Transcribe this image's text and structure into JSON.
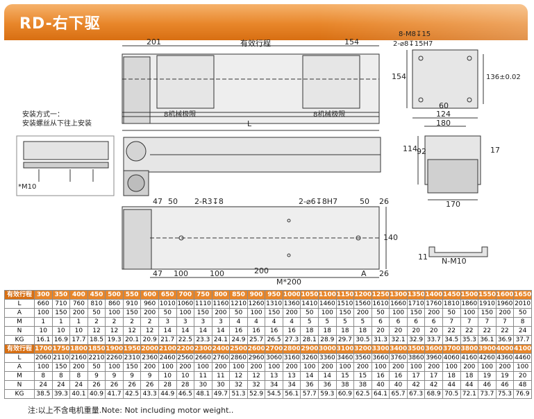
{
  "title": "RD-右下驱",
  "colors": {
    "accent": "#e8862a",
    "accent_dark": "#d86f12",
    "line": "#333333",
    "part": "#dcdcdc"
  },
  "top_view": {
    "dim_left": "201",
    "dim_center": "有效行程",
    "dim_right": "154",
    "limit_left": "8机械极限",
    "limit_right": "8机械极限",
    "length": "L"
  },
  "end_view": {
    "hole_top": "8-M8",
    "hole_top_depth": "15",
    "hole_pin": "2-⌀8",
    "hole_pin_depth": "15H7",
    "dim_height": "154",
    "dim_136": "136±0.02",
    "dim_60": "60",
    "dim_124": "124",
    "dim_180": "180"
  },
  "install_note": {
    "line1": "安装方式一：",
    "line2": "安装螺丝从下往上安装",
    "bolt": "*M10"
  },
  "side_view": {
    "dim_114": "114",
    "dim_92": "92",
    "dim_17": "17",
    "dim_170": "170"
  },
  "bottom_view": {
    "dim_47": "47",
    "dim_50": "50",
    "hole_r3": "2-R3",
    "hole_r3_depth": "8",
    "hole_pin": "2-⌀6",
    "hole_pin_depth": "8H7",
    "dim_50b": "50",
    "dim_26": "26",
    "dim_140": "140",
    "dim_47b": "47",
    "dim_100": "100",
    "dim_200": "200",
    "dim_A": "A",
    "dim_26b": "26",
    "dim_M200": "M*200"
  },
  "rail_profile": {
    "dim_11": "11",
    "nut": "N-M10"
  },
  "table": {
    "row_labels": [
      "有效行程",
      "L",
      "A",
      "M",
      "N",
      "KG"
    ],
    "block1": {
      "stroke": [
        "300",
        "350",
        "400",
        "450",
        "500",
        "550",
        "600",
        "650",
        "700",
        "750",
        "800",
        "850",
        "900",
        "950",
        "1000",
        "1050",
        "1100",
        "1150",
        "1200",
        "1250",
        "1300",
        "1350",
        "1400",
        "1450",
        "1500",
        "1550",
        "1600",
        "1650"
      ],
      "L": [
        "660",
        "710",
        "760",
        "810",
        "860",
        "910",
        "960",
        "1010",
        "1060",
        "1110",
        "1160",
        "1210",
        "1260",
        "1310",
        "1360",
        "1410",
        "1460",
        "1510",
        "1560",
        "1610",
        "1660",
        "1710",
        "1760",
        "1810",
        "1860",
        "1910",
        "1960",
        "2010"
      ],
      "A": [
        "100",
        "150",
        "200",
        "50",
        "100",
        "150",
        "200",
        "50",
        "100",
        "150",
        "200",
        "50",
        "100",
        "150",
        "200",
        "50",
        "100",
        "150",
        "200",
        "50",
        "100",
        "150",
        "200",
        "50",
        "100",
        "150",
        "200",
        "50"
      ],
      "M": [
        "1",
        "1",
        "1",
        "2",
        "2",
        "2",
        "2",
        "3",
        "3",
        "3",
        "3",
        "4",
        "4",
        "4",
        "4",
        "5",
        "5",
        "5",
        "5",
        "6",
        "6",
        "6",
        "6",
        "7",
        "7",
        "7",
        "7",
        "8"
      ],
      "N": [
        "10",
        "10",
        "10",
        "12",
        "12",
        "12",
        "12",
        "14",
        "14",
        "14",
        "14",
        "16",
        "16",
        "16",
        "16",
        "18",
        "18",
        "18",
        "18",
        "20",
        "20",
        "20",
        "20",
        "22",
        "22",
        "22",
        "22",
        "24"
      ],
      "KG": [
        "16.1",
        "16.9",
        "17.7",
        "18.5",
        "19.3",
        "20.1",
        "20.9",
        "21.7",
        "22.5",
        "23.3",
        "24.1",
        "24.9",
        "25.7",
        "26.5",
        "27.3",
        "28.1",
        "28.9",
        "29.7",
        "30.5",
        "31.3",
        "32.1",
        "32.9",
        "33.7",
        "34.5",
        "35.3",
        "36.1",
        "36.9",
        "37.7"
      ]
    },
    "block2": {
      "stroke": [
        "1700",
        "1750",
        "1800",
        "1850",
        "1900",
        "1950",
        "2000",
        "2100",
        "2200",
        "2300",
        "2400",
        "2500",
        "2600",
        "2700",
        "2800",
        "2900",
        "3000",
        "3100",
        "3200",
        "3300",
        "3400",
        "3500",
        "3600",
        "3700",
        "3800",
        "3900",
        "4000",
        "4100"
      ],
      "L": [
        "2060",
        "2110",
        "2160",
        "2210",
        "2260",
        "2310",
        "2360",
        "2460",
        "2560",
        "2660",
        "2760",
        "2860",
        "2960",
        "3060",
        "3160",
        "3260",
        "3360",
        "3460",
        "3560",
        "3660",
        "3760",
        "3860",
        "3960",
        "4060",
        "4160",
        "4260",
        "4360",
        "4460"
      ],
      "A": [
        "100",
        "150",
        "200",
        "50",
        "100",
        "150",
        "200",
        "100",
        "200",
        "100",
        "200",
        "100",
        "200",
        "100",
        "200",
        "100",
        "200",
        "100",
        "200",
        "100",
        "200",
        "100",
        "200",
        "100",
        "200",
        "100",
        "200",
        "100"
      ],
      "M": [
        "8",
        "8",
        "8",
        "9",
        "9",
        "9",
        "9",
        "10",
        "10",
        "11",
        "11",
        "12",
        "12",
        "13",
        "13",
        "14",
        "14",
        "15",
        "15",
        "16",
        "16",
        "17",
        "17",
        "18",
        "18",
        "19",
        "19",
        "20"
      ],
      "N": [
        "24",
        "24",
        "24",
        "26",
        "26",
        "26",
        "26",
        "28",
        "28",
        "30",
        "30",
        "32",
        "32",
        "34",
        "34",
        "36",
        "36",
        "38",
        "38",
        "40",
        "40",
        "42",
        "42",
        "44",
        "44",
        "46",
        "46",
        "48"
      ],
      "KG": [
        "38.5",
        "39.3",
        "40.1",
        "40.9",
        "41.7",
        "42.5",
        "43.3",
        "44.9",
        "46.5",
        "48.1",
        "49.7",
        "51.3",
        "52.9",
        "54.5",
        "56.1",
        "57.7",
        "59.3",
        "60.9",
        "62.5",
        "64.1",
        "65.7",
        "67.3",
        "68.9",
        "70.5",
        "72.1",
        "73.7",
        "75.3",
        "76.9"
      ]
    }
  },
  "note": "注:以上不含电机重量.Note: Not including motor weight.."
}
